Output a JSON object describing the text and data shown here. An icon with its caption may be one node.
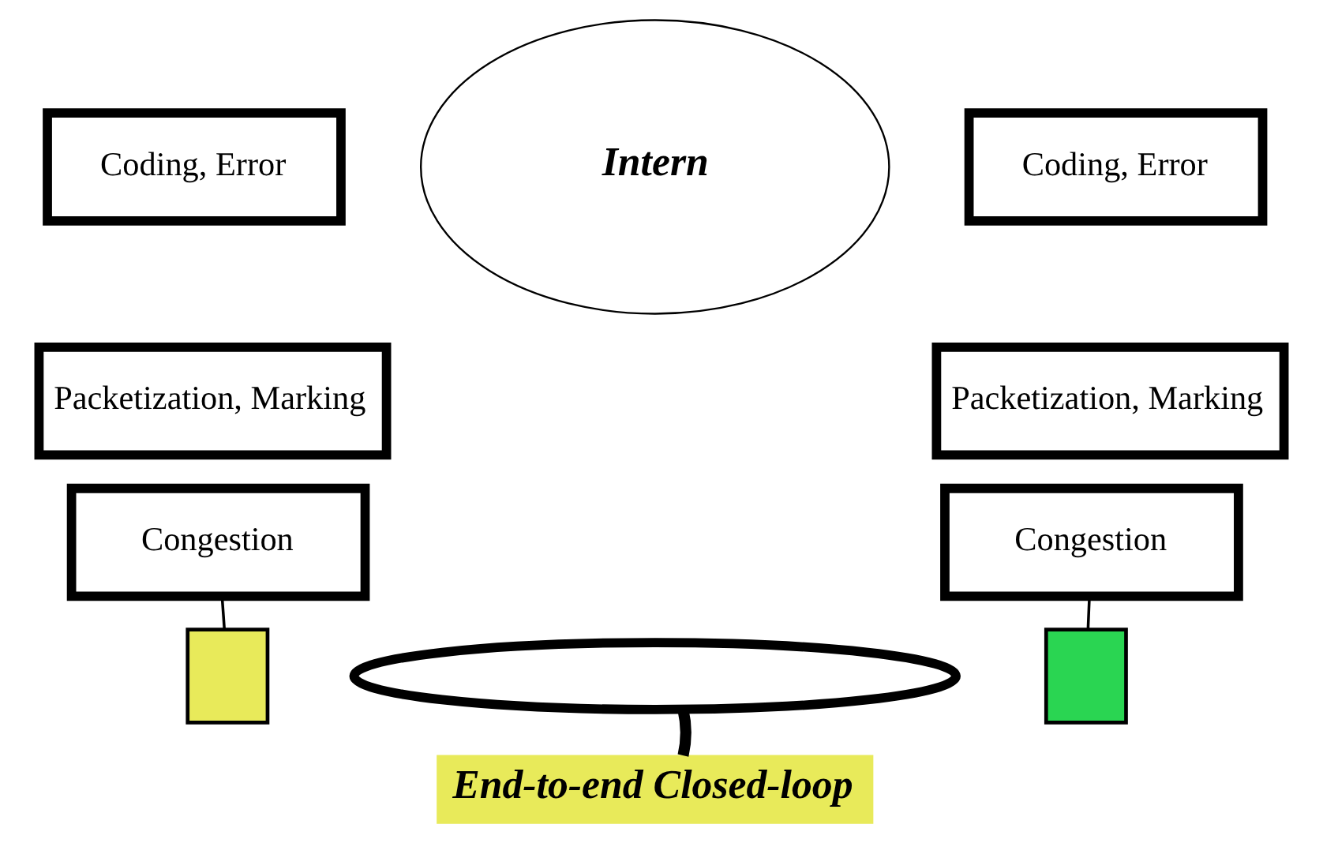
{
  "diagram": {
    "nodes": [
      {
        "text": [
          "Coding, Error"
        ]
      },
      {
        "text": [
          "Packetization, Marking"
        ]
      },
      {
        "text": [
          "Congestion"
        ]
      },
      {
        "text": [],
        "shape": "box"
      },
      {
        "text": [
          "Intern"
        ]
      },
      {
        "text": [],
        "shape": "ellipse"
      },
      {
        "text": [
          "Coding, Error"
        ]
      },
      {
        "text": [
          "Packetization, Marking"
        ]
      },
      {
        "text": [
          "Congestion"
        ]
      },
      {
        "text": [],
        "shape": "box"
      },
      {
        "text": [
          "End-to-end Closed-loop"
        ]
      }
    ],
    "edges": [
      {
        "from": 2,
        "to": 3,
        "arrow": "none"
      },
      {
        "from": 8,
        "to": 9,
        "arrow": "none"
      },
      {
        "from": 10,
        "to": 5,
        "arrow": "none",
        "style": "thick"
      }
    ]
  }
}
